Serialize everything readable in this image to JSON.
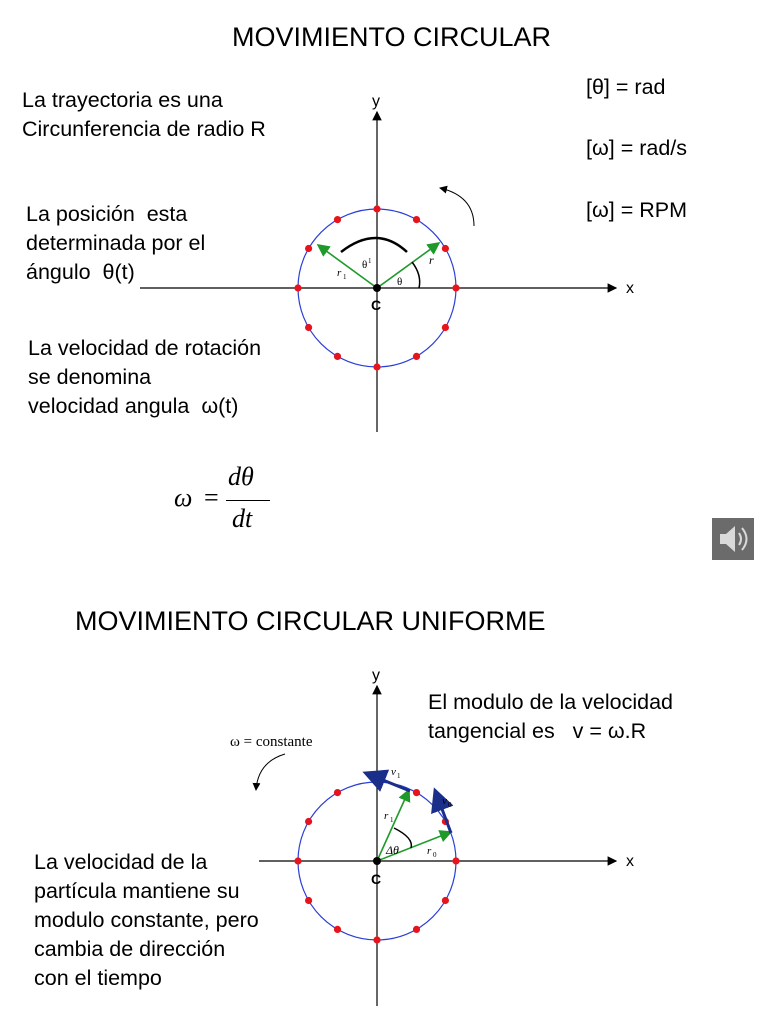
{
  "slide1": {
    "title": "MOVIMIENTO CIRCULAR",
    "trajectory_text": "La trayectoria es una\nCircunferencia de radio R",
    "position_text": "La posición  esta\ndeterminada por el\nángulo  θ(t)",
    "velocity_text": "La velocidad de rotación\nse denomina\nvelocidad angula  ω(t)",
    "units": [
      "[θ] = rad",
      "[ω] = rad/s",
      "[ω] = RPM"
    ],
    "formula": {
      "lhs": "ω",
      "eq": "=",
      "num": "dθ",
      "den": "dt"
    },
    "diagram": {
      "axis_x": "x",
      "axis_y": "y",
      "center": "C",
      "label_r": "r",
      "label_r1": "r",
      "label_r1_sub": "1",
      "label_theta": "θ",
      "label_theta1": "θ",
      "label_theta1_sup": "1"
    }
  },
  "slide2": {
    "title": "MOVIMIENTO CIRCULAR UNIFORME",
    "omega_const": "ω = constante",
    "modulus_text": "El modulo de la velocidad\ntangencial es   v = ω.R",
    "particle_text": "La velocidad de la\npartícula mantiene su\nmodulo constante, pero\ncambia de dirección\ncon el tiempo",
    "diagram": {
      "axis_x": "x",
      "axis_y": "y",
      "center": "C",
      "label_v1": "v",
      "label_v1_sub": "1",
      "label_v0": "v",
      "label_v0_sub": "0",
      "label_r1": "r",
      "label_r1_sub": "1",
      "label_r0": "r",
      "label_r0_sub": "0",
      "label_dtheta": "Δθ"
    }
  },
  "colors": {
    "circle": "#2a3fd6",
    "dots": "#e8141c",
    "radius": "#1f9a2a",
    "velocity": "#1a2f8a"
  },
  "icons": {
    "rotation_arrow": "rotation-arrow-icon",
    "speaker": "speaker-icon"
  }
}
